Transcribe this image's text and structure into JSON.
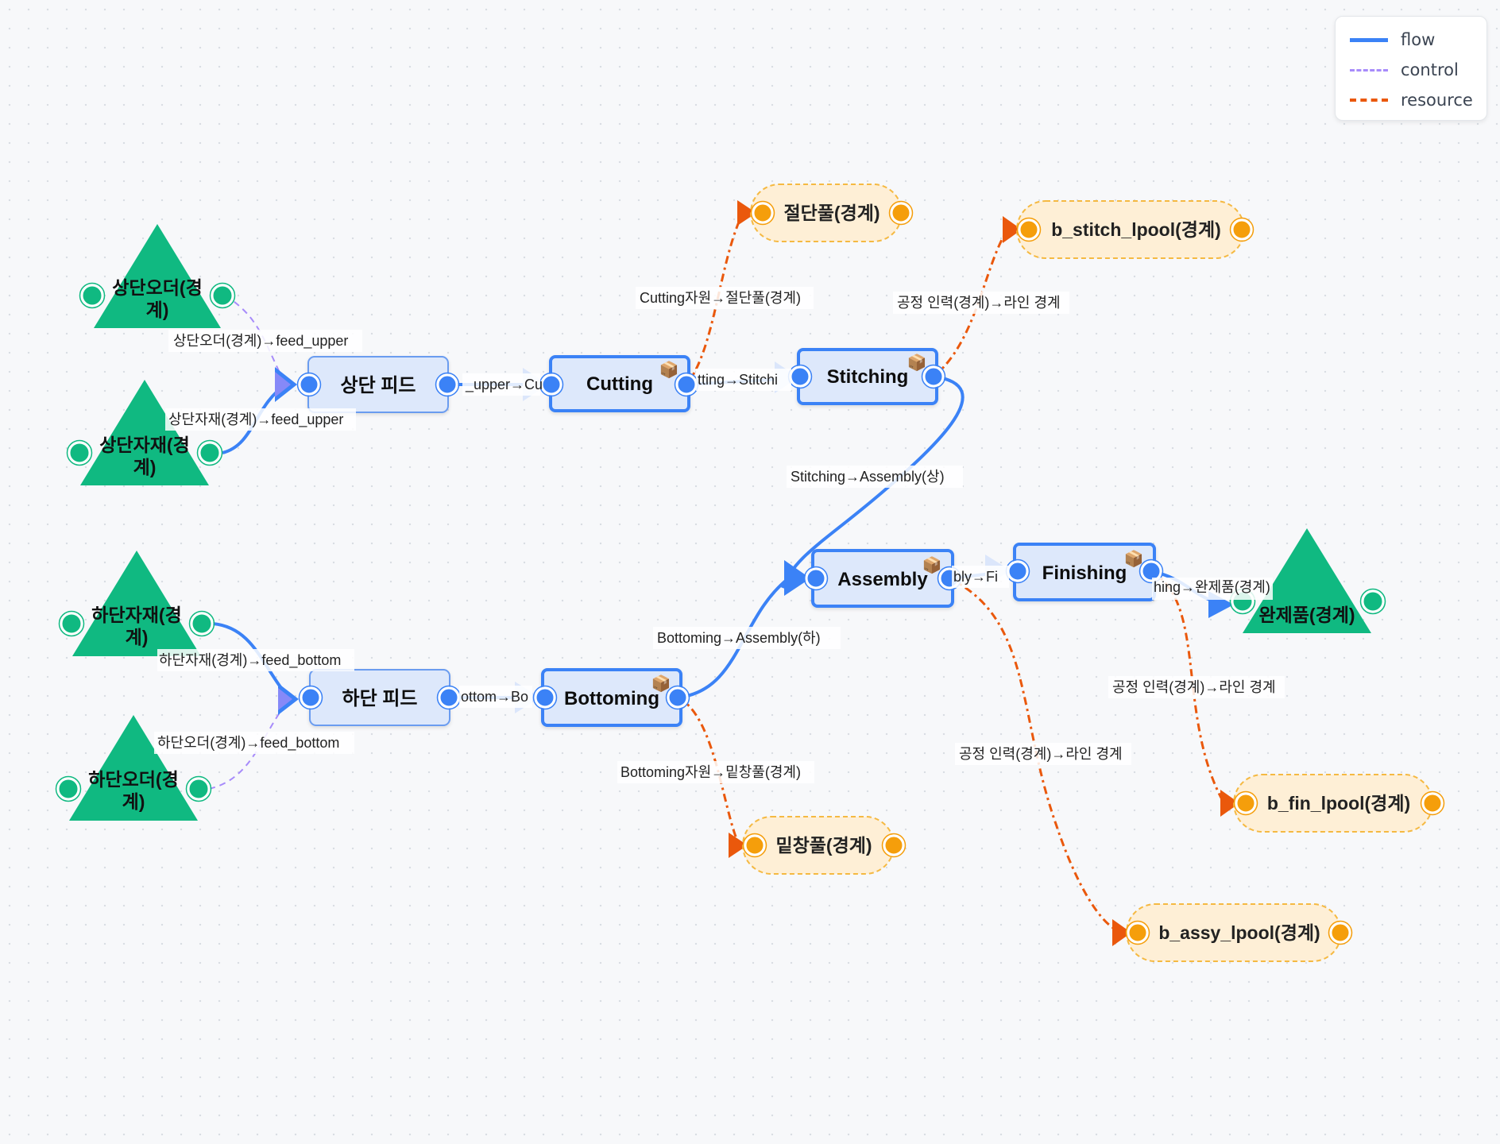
{
  "colors": {
    "flow": "#3b82f6",
    "control": "#a78bfa",
    "resource": "#ea580c",
    "stage_fill": "#dde8fb",
    "stage_border": "#3b82f6",
    "boundary": "#10b981",
    "pool_fill": "#feefd6",
    "pool_border": "#f5b942",
    "pool_port": "#f59e0b"
  },
  "legend": {
    "flow": "flow",
    "control": "control",
    "resource": "resource"
  },
  "boundaries": {
    "upper_order": "상단오더(경계)",
    "upper_material": "상단자재(경계)",
    "lower_material": "하단자재(경계)",
    "lower_order": "하단오더(경계)",
    "finished": "완제품(경계)"
  },
  "stages": {
    "feed_upper": "상단 피드",
    "feed_lower": "하단 피드",
    "cutting": "Cutting",
    "stitching": "Stitching",
    "bottoming": "Bottoming",
    "assembly": "Assembly",
    "finishing": "Finishing"
  },
  "stage_badge_icon": "package-icon",
  "pools": {
    "cut_pool": "절단풀(경계)",
    "stitch_pool": "b_stitch_lpool(경계)",
    "sole_pool": "밑창풀(경계)",
    "fin_pool": "b_fin_lpool(경계)",
    "assy_pool": "b_assy_lpool(경계)"
  },
  "edge_labels": {
    "upper_order_feed": "상단오더(경계)→feed_upper",
    "upper_material_feed": "상단자재(경계)→feed_upper",
    "feed_upper_cutting": "_upper→Cu",
    "cutting_stitching": "tting→Stitchi",
    "cutting_resource": "Cutting자원→절단풀(경계)",
    "stitching_resource": "공정 인력(경계)→라인 경계",
    "stitching_assembly": "Stitching→Assembly(상)",
    "lower_material_feed": "하단자재(경계)→feed_bottom",
    "lower_order_feed": "하단오더(경계)→feed_bottom",
    "feed_lower_bottoming": "ottom→Bo",
    "bottoming_assembly": "Bottoming→Assembly(하)",
    "bottoming_resource": "Bottoming자원→밑창풀(경계)",
    "assembly_finishing": "bly→Fi",
    "finishing_finished": "hing→완제품(경계)",
    "finishing_resource": "공정 인력(경계)→라인 경계",
    "assembly_resource": "공정 인력(경계)→라인 경계"
  }
}
